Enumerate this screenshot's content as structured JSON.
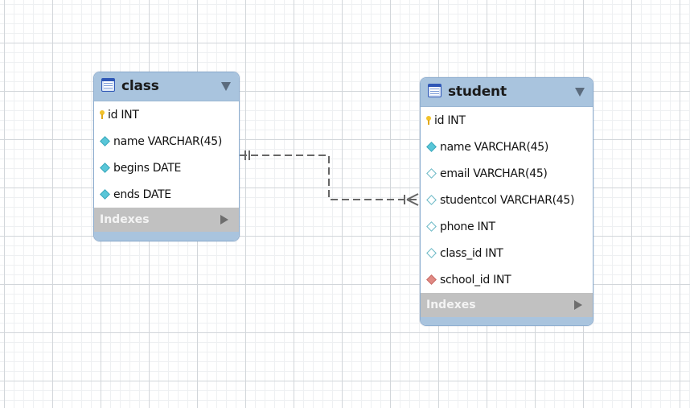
{
  "tables": {
    "class": {
      "name": "class",
      "columns": [
        {
          "text": "id INT",
          "icon": "primary-key-icon"
        },
        {
          "text": "name VARCHAR(45)",
          "icon": "not-null-column-icon"
        },
        {
          "text": "begins DATE",
          "icon": "not-null-column-icon"
        },
        {
          "text": "ends DATE",
          "icon": "not-null-column-icon"
        }
      ],
      "indexes_label": "Indexes"
    },
    "student": {
      "name": "student",
      "columns": [
        {
          "text": "id INT",
          "icon": "primary-key-icon"
        },
        {
          "text": "name VARCHAR(45)",
          "icon": "not-null-column-icon"
        },
        {
          "text": "email VARCHAR(45)",
          "icon": "nullable-column-icon"
        },
        {
          "text": "studentcol VARCHAR(45)",
          "icon": "nullable-column-icon"
        },
        {
          "text": "phone INT",
          "icon": "nullable-column-icon"
        },
        {
          "text": "class_id INT",
          "icon": "nullable-column-icon"
        },
        {
          "text": "school_id INT",
          "icon": "foreign-key-column-icon"
        }
      ],
      "indexes_label": "Indexes"
    }
  },
  "relationship": {
    "from": "class",
    "to": "student",
    "from_cardinality": "one-and-only-one",
    "to_cardinality": "one-or-many",
    "line_style": "dashed"
  },
  "colors": {
    "header": "#a9c4de",
    "indexes_bar": "#c1c1c1",
    "primary_key": "#f2c22b",
    "not_null": "#58c6d8",
    "foreign_key": "#e08a84",
    "relationship_line": "#666666"
  }
}
